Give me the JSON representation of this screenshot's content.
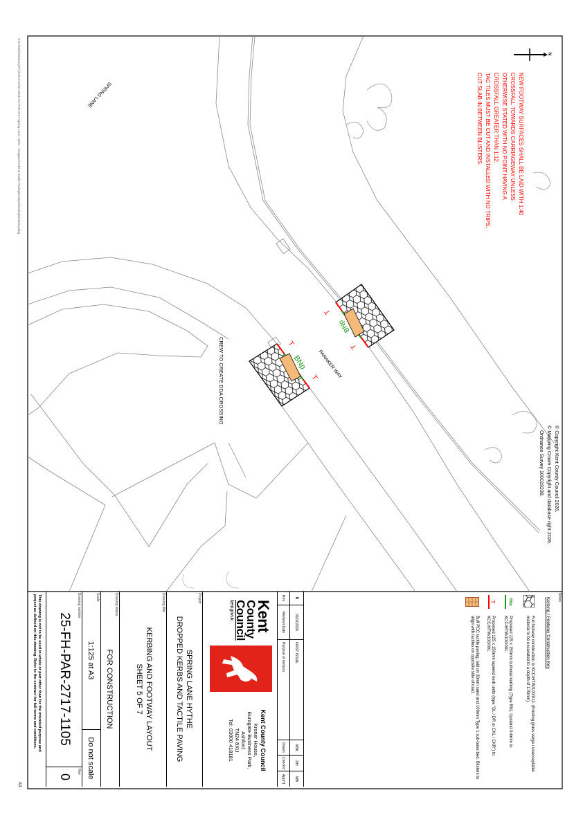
{
  "file_path": "S:\\GT\\SPO\\Delivery\\FH\\Schemes\\25-26\\25-FH-PAR-2717 Spring Lane, Hythe - Dropped Kerbs & Tactile Paving\\Design\\Drawing\\Drawing.dwg",
  "sheet_size": "A3",
  "map": {
    "north_label": "N",
    "street_spring_lane": "SPRING LANE",
    "street_parker_way": "PARAKER WAY",
    "crew_note": "CREW TO CREATE DDA CROSSING",
    "kerb_label": "BNp",
    "tee_symbol": "T",
    "red_notes": [
      "NEW FOOTWAY SURFACES SHALL BE LAID WITH 1:40",
      "CROSSFALL TOWARDS CARRIAGEWAY UNLESS",
      "OTHERWISE STATED WITH NO POINT HAVING A",
      "CROSSFALL GREATER THAN 1:12.",
      "TAC TILES MUST BE CUT AND INSTALLED WITH NO TRIPS.",
      "CUT SLAB IN BETWEEN BLISTERS."
    ],
    "copyright": [
      "© Copyright Kent County Council 2026.",
      "© Mapping Crown Copyright and database right 2026.",
      "Ordnance Survey 100019238."
    ]
  },
  "colors": {
    "notes_red": "#ff0000",
    "kerb_green": "#1a9a1a",
    "tactile_orange": "#f5b97a",
    "kcc_red": "#e2231a"
  },
  "notes": {
    "label": "Notes",
    "key_title": "Kerbing / Footway Construction Key",
    "items": [
      {
        "icon": "hex-hatch",
        "text": "Full footway construction to KCC/HTW/100/012. (Existing grass verge / unacceptable material to be excavated to a depth of 170mm)."
      },
      {
        "icon": "green-line-bnp",
        "symbol": "BNp",
        "text": "Proposed 125 x 150mm bullnose kerbing (Type BN). Upstand 0-6mm to KCC/HTW/100/001."
      },
      {
        "icon": "red-tee-line",
        "symbol": "T",
        "text": "Proposed 125 x 150mm tapered kerb units (type \"DL / DR or CKL / CKR\") to KCC/HTW/100/001."
      },
      {
        "icon": "orange-tactile",
        "text": "Buff PCC tactile paving, laid on 30mm sand and 100mm Type 1 sub-base bed. Blisters to align with tactiles on opposite side of road."
      }
    ]
  },
  "revisions": {
    "headers": [
      "Rev",
      "Revision Date",
      "Purpose of revision",
      "Drawn",
      "Check'd",
      "Appr'd"
    ],
    "rows": [
      {
        "rev": "0",
        "date": "03/02/2026",
        "purpose": "FIRST ISSUE",
        "drawn": "WW",
        "checked": "DH",
        "approved": "WB"
      }
    ]
  },
  "organisation": {
    "logo_lines": [
      "Kent",
      "County",
      "Council"
    ],
    "website": "kent.gov.uk",
    "name": "Kent County Council",
    "address": [
      "Kroner House,",
      "Eurogate Business Park,",
      "Ashford",
      "TN24 8XU",
      "Tel: 03000 418181"
    ]
  },
  "project": {
    "label": "Project",
    "lines": [
      "SPRING LANE HYTHE",
      "DROPPED KERBS AND TACTILE PAVING"
    ]
  },
  "drawing_title": {
    "label": "Drawing title",
    "lines": [
      "KERBING AND FOOTWAY LAYOUT",
      "SHEET 5 OF 7"
    ]
  },
  "drawing_status": {
    "label": "Drawing status",
    "value": "FOR CONSTRUCTION"
  },
  "scale": {
    "label": "Scale",
    "value": "1:125 at A3",
    "note": "Do not scale"
  },
  "drawing_number": {
    "label": "Drawing number",
    "value": "25-FH-PAR-2717-1105",
    "rev_label": "Rev",
    "rev": "0"
  },
  "disclaimer": [
    "This drawing is not to be used in whole or part other than for the intended purpose and",
    "project as defined on this drawing. Refer to the contract for full terms and conditions."
  ]
}
